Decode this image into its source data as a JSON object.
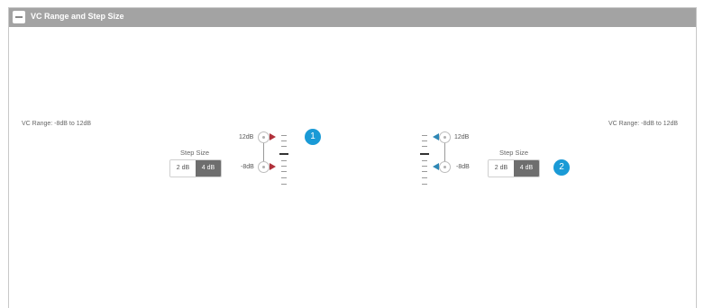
{
  "panel": {
    "title": "VC Range and Step Size"
  },
  "left": {
    "vc_range_text": "VC Range: -8dB to 12dB",
    "step_size_label": "Step Size",
    "options": [
      "2 dB",
      "4 dB"
    ],
    "selected_option": "4 dB",
    "top_level": "12dB",
    "bottom_level": "-8dB",
    "callout": "1"
  },
  "right": {
    "vc_range_text": "VC Range: -8dB to 12dB",
    "step_size_label": "Step Size",
    "options": [
      "2 dB",
      "4 dB"
    ],
    "selected_option": "4 dB",
    "top_level": "12dB",
    "bottom_level": "-8dB",
    "callout": "2"
  },
  "colors": {
    "header": "#a3a3a3",
    "left_marker": "#b0303a",
    "right_marker": "#2e87b5",
    "callout": "#1a9ad6",
    "selected": "#6e6e6e"
  }
}
